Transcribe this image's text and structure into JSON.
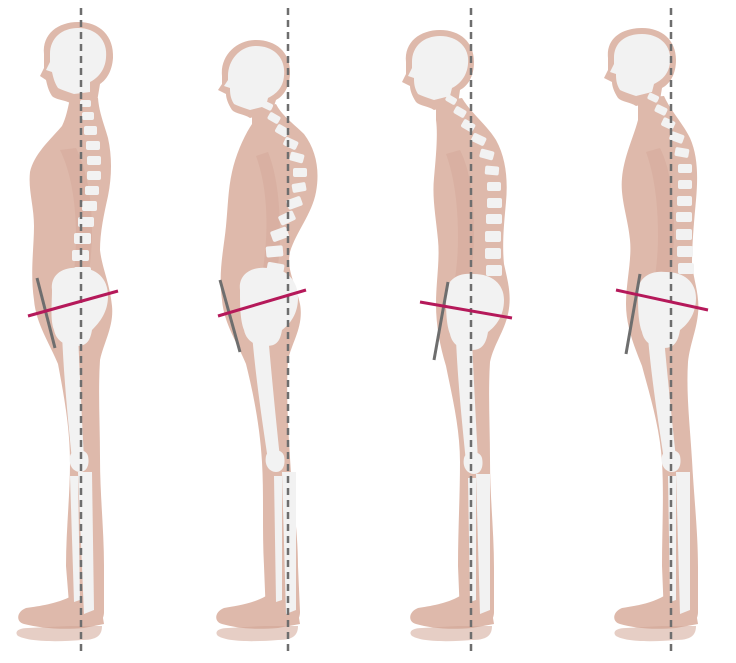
{
  "figures": [
    {
      "id": "neutral-posture"
    },
    {
      "id": "kyphosis-lordosis-posture"
    },
    {
      "id": "flat-back-posture"
    },
    {
      "id": "sway-back-posture"
    }
  ],
  "colors": {
    "skin": "#deb9ab",
    "skin_edge": "#d2a696",
    "bone": "#f2f2f2",
    "plumb_line": "#6e6e6e",
    "pelvic_tilt_line": "#b5195a",
    "pelvis_axis_line": "#6e6e6e",
    "background": "#ffffff"
  }
}
